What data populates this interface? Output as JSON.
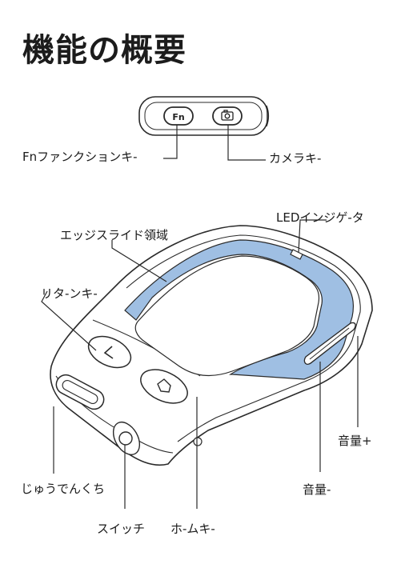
{
  "title": "機能の概要",
  "labels": {
    "fn_key": "Fnファンクションキ-",
    "camera_key": "カメラキ-",
    "led": "LEDインジゲ-タ",
    "edge_slide": "エッジスライド領域",
    "return_key": "リタ-ンキ-",
    "volume_up": "音量+",
    "volume_down": "音量-",
    "charging_port": "じゅうでんくち",
    "switch": "スイッチ",
    "home_key": "ホ-ムキ-"
  },
  "button_text": {
    "fn": "Fn"
  },
  "colors": {
    "accent_blue": "#9fbfe3",
    "outline": "#2a2a2a"
  }
}
